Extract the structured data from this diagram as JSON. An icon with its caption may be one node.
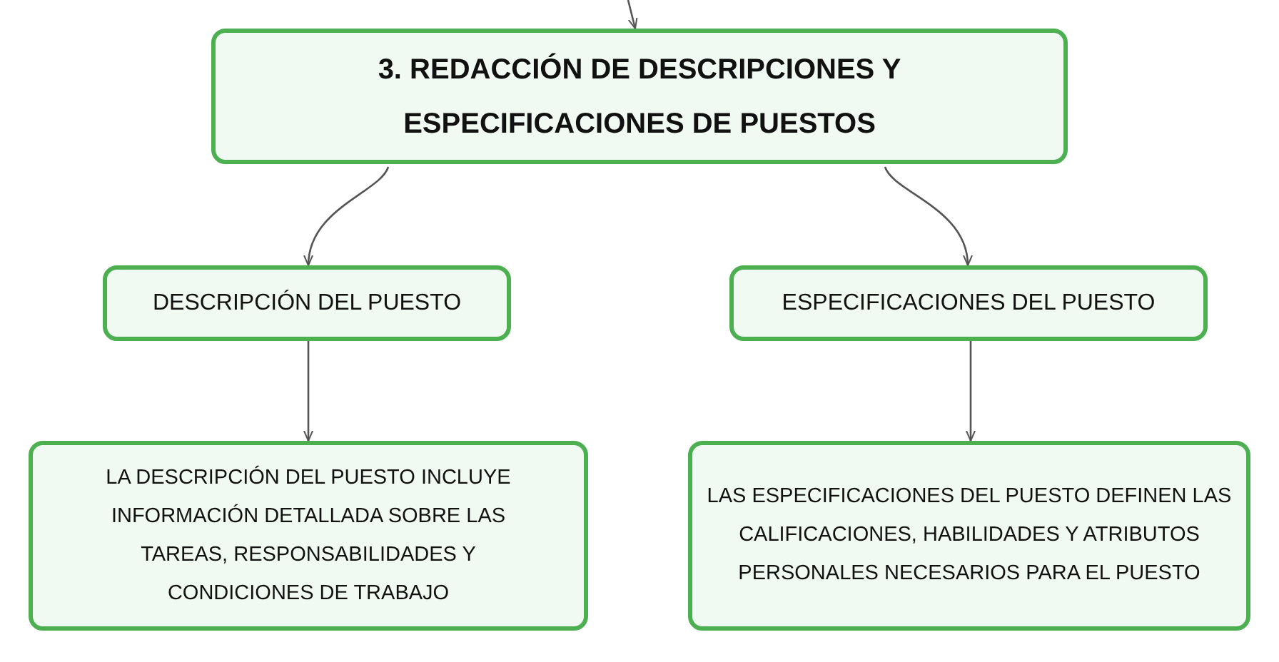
{
  "diagram": {
    "nodes": [
      {
        "text": [
          "3. REDACCIÓN DE DESCRIPCIONES Y ESPECIFICACIONES DE PUESTOS"
        ]
      },
      {
        "text": [
          "DESCRIPCIÓN DEL PUESTO"
        ]
      },
      {
        "text": [
          "ESPECIFICACIONES DEL PUESTO"
        ]
      },
      {
        "text": [
          "LA DESCRIPCIÓN DEL PUESTO INCLUYE INFORMACIÓN DETALLADA SOBRE LAS TAREAS, RESPONSABILIDADES Y CONDICIONES DE TRABAJO"
        ]
      },
      {
        "text": [
          "LAS ESPECIFICACIONES DEL PUESTO DEFINEN LAS CALIFICACIONES, HABILIDADES Y ATRIBUTOS PERSONALES NECESARIOS PARA EL PUESTO"
        ]
      }
    ],
    "edges": [
      {
        "from": null,
        "to": 0,
        "arrow": "to"
      },
      {
        "from": 0,
        "to": 1,
        "arrow": "to"
      },
      {
        "from": 0,
        "to": 2,
        "arrow": "to"
      },
      {
        "from": 1,
        "to": 3,
        "arrow": "to"
      },
      {
        "from": 2,
        "to": 4,
        "arrow": "to"
      }
    ]
  }
}
